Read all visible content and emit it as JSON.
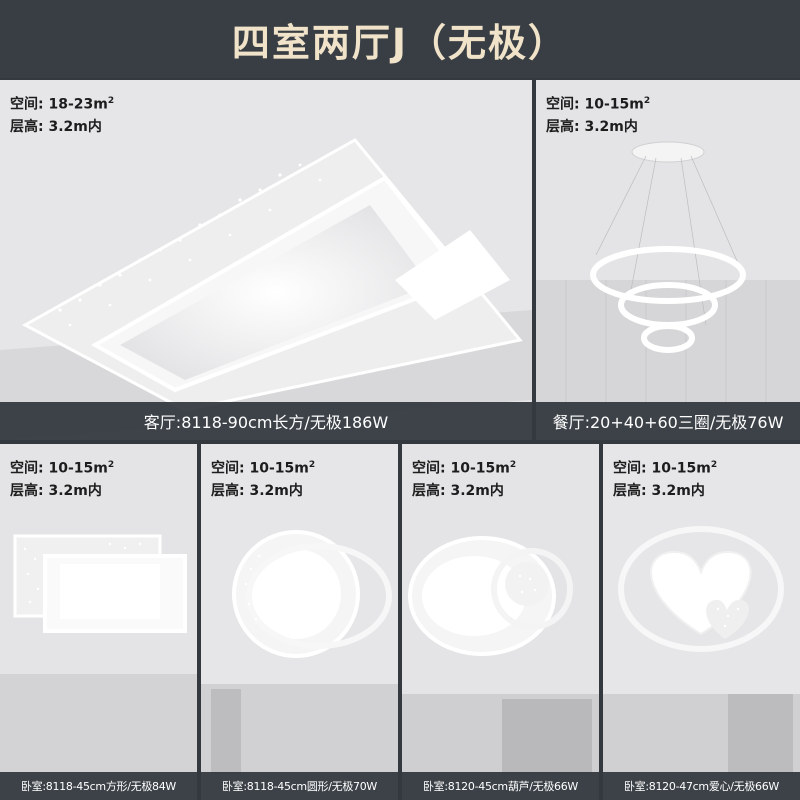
{
  "title": "四室两厅J（无极）",
  "colors": {
    "background": "#34393f",
    "title": "#f1e3c9",
    "caption_bg": "#30353c"
  },
  "panels": [
    {
      "area_label": "空间:",
      "area_value": "18-23m",
      "height_label": "层高:",
      "height_value": "3.2m内",
      "caption": "客厅:8118-90cm长方/无极186W"
    },
    {
      "area_label": "空间:",
      "area_value": "10-15m",
      "height_label": "层高:",
      "height_value": "3.2m内",
      "caption": "餐厅:20+40+60三圈/无极76W"
    },
    {
      "area_label": "空间:",
      "area_value": "10-15m",
      "height_label": "层高:",
      "height_value": "3.2m内",
      "caption": "卧室:8118-45cm方形/无极84W"
    },
    {
      "area_label": "空间:",
      "area_value": "10-15m",
      "height_label": "层高:",
      "height_value": "3.2m内",
      "caption": "卧室:8118-45cm圆形/无极70W"
    },
    {
      "area_label": "空间:",
      "area_value": "10-15m",
      "height_label": "层高:",
      "height_value": "3.2m内",
      "caption": "卧室:8120-45cm葫芦/无极66W"
    },
    {
      "area_label": "空间:",
      "area_value": "10-15m",
      "height_label": "层高:",
      "height_value": "3.2m内",
      "caption": "卧室:8120-47cm爱心/无极66W"
    }
  ],
  "unit_superscript": "2"
}
